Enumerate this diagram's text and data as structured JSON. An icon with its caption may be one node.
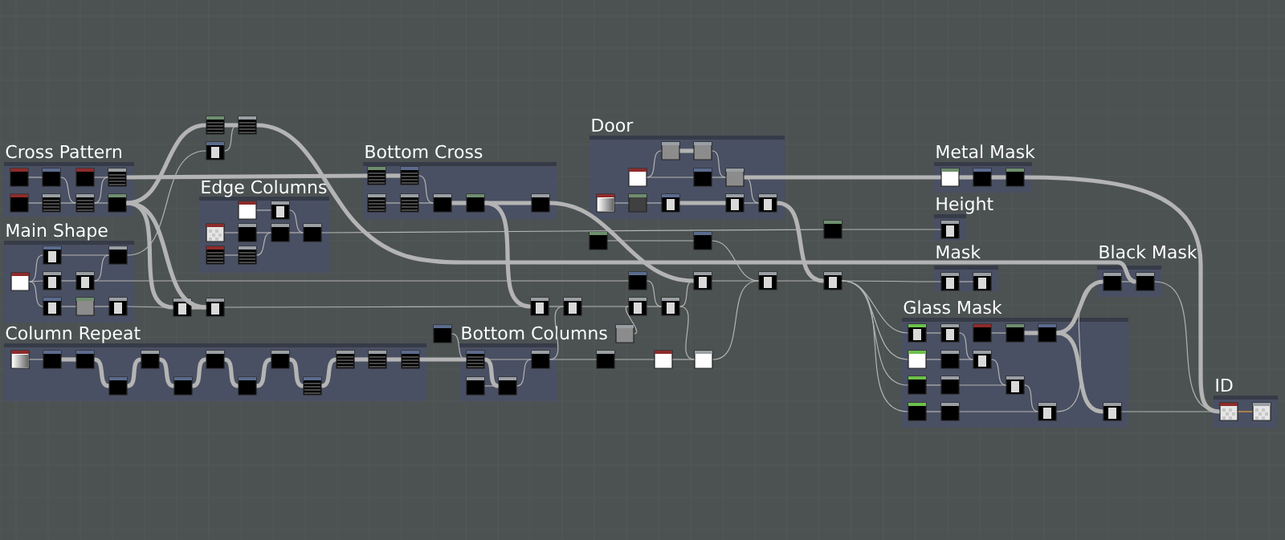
{
  "diagram": {
    "nodes": [
      {
        "text": [
          "Cross Pattern"
        ]
      },
      {
        "text": [],
        "shape": "box",
        "in": 0
      },
      {
        "text": [],
        "shape": "box",
        "in": 0
      },
      {
        "text": [],
        "shape": "box",
        "in": 0
      },
      {
        "text": [],
        "shape": "box",
        "in": 0
      },
      {
        "text": [],
        "shape": "box",
        "in": 0
      },
      {
        "text": [],
        "shape": "box",
        "in": 0
      },
      {
        "text": [],
        "shape": "box",
        "in": 0
      },
      {
        "text": [],
        "shape": "box",
        "in": 0
      },
      {
        "text": [
          "Edge Columns"
        ]
      },
      {
        "text": [],
        "shape": "box",
        "in": 9
      },
      {
        "text": [],
        "shape": "box",
        "in": 9
      },
      {
        "text": [],
        "shape": "box",
        "in": 9
      },
      {
        "text": [],
        "shape": "box",
        "in": 9
      },
      {
        "text": [],
        "shape": "box",
        "in": 9
      },
      {
        "text": [],
        "shape": "box",
        "in": 9
      },
      {
        "text": [],
        "shape": "box",
        "in": 9
      },
      {
        "text": [],
        "shape": "box",
        "in": 9
      },
      {
        "text": [
          "Main Shape"
        ]
      },
      {
        "text": [],
        "shape": "box",
        "in": 18
      },
      {
        "text": [],
        "shape": "box",
        "in": 18
      },
      {
        "text": [],
        "shape": "box",
        "in": 18
      },
      {
        "text": [],
        "shape": "box",
        "in": 18
      },
      {
        "text": [],
        "shape": "box",
        "in": 18
      },
      {
        "text": [],
        "shape": "box",
        "in": 18
      },
      {
        "text": [],
        "shape": "box",
        "in": 18
      },
      {
        "text": [],
        "shape": "box",
        "in": 18
      },
      {
        "text": [],
        "shape": "box"
      },
      {
        "text": [],
        "shape": "box"
      },
      {
        "text": [],
        "shape": "box"
      },
      {
        "text": [],
        "shape": "box"
      },
      {
        "text": [],
        "shape": "box"
      },
      {
        "text": [
          "Column Repeat"
        ]
      },
      {
        "text": [],
        "shape": "box",
        "in": 32
      },
      {
        "text": [],
        "shape": "box",
        "in": 32
      },
      {
        "text": [],
        "shape": "box",
        "in": 32
      },
      {
        "text": [],
        "shape": "box",
        "in": 32
      },
      {
        "text": [],
        "shape": "box",
        "in": 32
      },
      {
        "text": [],
        "shape": "box",
        "in": 32
      },
      {
        "text": [],
        "shape": "box",
        "in": 32
      },
      {
        "text": [],
        "shape": "box",
        "in": 32
      },
      {
        "text": [],
        "shape": "box",
        "in": 32
      },
      {
        "text": [],
        "shape": "box",
        "in": 32
      },
      {
        "text": [],
        "shape": "box",
        "in": 32
      },
      {
        "text": [],
        "shape": "box",
        "in": 32
      },
      {
        "text": [],
        "shape": "box",
        "in": 32
      },
      {
        "text": [
          "Bottom Cross"
        ]
      },
      {
        "text": [],
        "shape": "box",
        "in": 46
      },
      {
        "text": [],
        "shape": "box",
        "in": 46
      },
      {
        "text": [],
        "shape": "box",
        "in": 46
      },
      {
        "text": [],
        "shape": "box",
        "in": 46
      },
      {
        "text": [],
        "shape": "box",
        "in": 46
      },
      {
        "text": [],
        "shape": "box",
        "in": 46
      },
      {
        "text": [],
        "shape": "box",
        "in": 46
      },
      {
        "text": [
          "Door"
        ]
      },
      {
        "text": [],
        "shape": "box",
        "in": 54
      },
      {
        "text": [],
        "shape": "box",
        "in": 54
      },
      {
        "text": [],
        "shape": "box",
        "in": 54
      },
      {
        "text": [],
        "shape": "box",
        "in": 54
      },
      {
        "text": [],
        "shape": "box",
        "in": 54
      },
      {
        "text": [],
        "shape": "box",
        "in": 54
      },
      {
        "text": [],
        "shape": "box",
        "in": 54
      },
      {
        "text": [],
        "shape": "box",
        "in": 54
      },
      {
        "text": [],
        "shape": "box",
        "in": 54
      },
      {
        "text": [],
        "shape": "box",
        "in": 54
      },
      {
        "text": [
          "Bottom Columns"
        ]
      },
      {
        "text": [],
        "shape": "box",
        "in": 65
      },
      {
        "text": [],
        "shape": "box",
        "in": 65
      },
      {
        "text": [],
        "shape": "box",
        "in": 65
      },
      {
        "text": [],
        "shape": "box",
        "in": 65
      },
      {
        "text": [],
        "shape": "box"
      },
      {
        "text": [],
        "shape": "box"
      },
      {
        "text": [],
        "shape": "box"
      },
      {
        "text": [],
        "shape": "box"
      },
      {
        "text": [],
        "shape": "box"
      },
      {
        "text": [],
        "shape": "box"
      },
      {
        "text": [],
        "shape": "box"
      },
      {
        "text": [],
        "shape": "box"
      },
      {
        "text": [],
        "shape": "box"
      },
      {
        "text": [],
        "shape": "box"
      },
      {
        "text": [],
        "shape": "box"
      },
      {
        "text": [],
        "shape": "box"
      },
      {
        "text": [],
        "shape": "box"
      },
      {
        "text": [],
        "shape": "box"
      },
      {
        "text": [],
        "shape": "box"
      },
      {
        "text": [],
        "shape": "box"
      },
      {
        "text": [
          "Metal Mask"
        ]
      },
      {
        "text": [],
        "shape": "box",
        "in": 86
      },
      {
        "text": [],
        "shape": "box",
        "in": 86
      },
      {
        "text": [],
        "shape": "box",
        "in": 86
      },
      {
        "text": [
          "Height"
        ]
      },
      {
        "text": [],
        "shape": "box",
        "in": 90
      },
      {
        "text": [
          "Mask"
        ]
      },
      {
        "text": [],
        "shape": "box",
        "in": 92
      },
      {
        "text": [],
        "shape": "box",
        "in": 92
      },
      {
        "text": [
          "Black Mask"
        ]
      },
      {
        "text": [],
        "shape": "box",
        "in": 95
      },
      {
        "text": [],
        "shape": "box",
        "in": 95
      },
      {
        "text": [
          "Glass Mask"
        ]
      },
      {
        "text": [],
        "shape": "box",
        "in": 98
      },
      {
        "text": [],
        "shape": "box",
        "in": 98
      },
      {
        "text": [],
        "shape": "box",
        "in": 98
      },
      {
        "text": [],
        "shape": "box",
        "in": 98
      },
      {
        "text": [],
        "shape": "box",
        "in": 98
      },
      {
        "text": [],
        "shape": "box",
        "in": 98
      },
      {
        "text": [],
        "shape": "box",
        "in": 98
      },
      {
        "text": [],
        "shape": "box",
        "in": 98
      },
      {
        "text": [],
        "shape": "box",
        "in": 98
      },
      {
        "text": [],
        "shape": "box",
        "in": 98
      },
      {
        "text": [],
        "shape": "box",
        "in": 98
      },
      {
        "text": [],
        "shape": "box",
        "in": 98
      },
      {
        "text": [],
        "shape": "box",
        "in": 98
      },
      {
        "text": [],
        "shape": "box",
        "in": 98
      },
      {
        "text": [],
        "shape": "box",
        "in": 98
      },
      {
        "text": [
          "ID"
        ]
      },
      {
        "text": [],
        "shape": "box",
        "in": 114
      },
      {
        "text": [],
        "shape": "box",
        "in": 114
      }
    ],
    "edges": [
      {
        "from": 1,
        "to": 2,
        "arrow": "none"
      },
      {
        "from": 2,
        "to": 7,
        "arrow": "none"
      },
      {
        "from": 5,
        "to": 6,
        "arrow": "none"
      },
      {
        "from": 6,
        "to": 7,
        "arrow": "none"
      },
      {
        "from": 3,
        "to": 4,
        "arrow": "none"
      },
      {
        "from": 7,
        "to": 4,
        "arrow": "none"
      },
      {
        "from": 7,
        "to": 8,
        "arrow": "none"
      },
      {
        "from": 4,
        "to": 47,
        "arrow": "none",
        "style": "thick"
      },
      {
        "from": 8,
        "to": 27,
        "arrow": "none",
        "style": "thick"
      },
      {
        "from": 8,
        "to": 30,
        "arrow": "none",
        "style": "thick"
      },
      {
        "from": 8,
        "to": 31,
        "arrow": "none",
        "style": "thick"
      },
      {
        "from": 27,
        "to": 28,
        "arrow": "none",
        "style": "thick"
      },
      {
        "from": 29,
        "to": 28,
        "arrow": "none"
      },
      {
        "from": 28,
        "to": 97,
        "arrow": "none",
        "style": "thick"
      },
      {
        "from": 19,
        "to": 20,
        "arrow": "none"
      },
      {
        "from": 19,
        "to": 21,
        "arrow": "none"
      },
      {
        "from": 19,
        "to": 22,
        "arrow": "none"
      },
      {
        "from": 21,
        "to": 23,
        "arrow": "none"
      },
      {
        "from": 23,
        "to": 25,
        "arrow": "none"
      },
      {
        "from": 22,
        "to": 24,
        "arrow": "none"
      },
      {
        "from": 24,
        "to": 26,
        "arrow": "none"
      },
      {
        "from": 20,
        "to": 25,
        "arrow": "none"
      },
      {
        "from": 25,
        "to": 29,
        "arrow": "none"
      },
      {
        "from": 26,
        "to": 30,
        "arrow": "none"
      },
      {
        "from": 23,
        "to": 73,
        "arrow": "none"
      },
      {
        "from": 10,
        "to": 11,
        "arrow": "none"
      },
      {
        "from": 11,
        "to": 15,
        "arrow": "none"
      },
      {
        "from": 12,
        "to": 13,
        "arrow": "none"
      },
      {
        "from": 13,
        "to": 14,
        "arrow": "none"
      },
      {
        "from": 14,
        "to": 15,
        "arrow": "none"
      },
      {
        "from": 16,
        "to": 17,
        "arrow": "none"
      },
      {
        "from": 17,
        "to": 14,
        "arrow": "none"
      },
      {
        "from": 15,
        "to": 70,
        "arrow": "none"
      },
      {
        "from": 30,
        "to": 31,
        "arrow": "none",
        "style": "thick"
      },
      {
        "from": 31,
        "to": 77,
        "arrow": "none"
      },
      {
        "from": 33,
        "to": 34,
        "arrow": "none"
      },
      {
        "from": 34,
        "to": 35,
        "arrow": "none",
        "style": "thick"
      },
      {
        "from": 35,
        "to": 42,
        "arrow": "none",
        "style": "thick"
      },
      {
        "from": 42,
        "to": 36,
        "arrow": "none",
        "style": "thick"
      },
      {
        "from": 36,
        "to": 43,
        "arrow": "none",
        "style": "thick"
      },
      {
        "from": 43,
        "to": 37,
        "arrow": "none",
        "style": "thick"
      },
      {
        "from": 37,
        "to": 44,
        "arrow": "none",
        "style": "thick"
      },
      {
        "from": 44,
        "to": 38,
        "arrow": "none",
        "style": "thick"
      },
      {
        "from": 38,
        "to": 45,
        "arrow": "none",
        "style": "thick"
      },
      {
        "from": 45,
        "to": 39,
        "arrow": "none",
        "style": "thick"
      },
      {
        "from": 39,
        "to": 40,
        "arrow": "none",
        "style": "thick"
      },
      {
        "from": 40,
        "to": 41,
        "arrow": "none",
        "style": "thick"
      },
      {
        "from": 41,
        "to": 66,
        "arrow": "none",
        "style": "thick"
      },
      {
        "from": 47,
        "to": 48,
        "arrow": "none",
        "style": "thick"
      },
      {
        "from": 48,
        "to": 51,
        "arrow": "none"
      },
      {
        "from": 49,
        "to": 50,
        "arrow": "none"
      },
      {
        "from": 50,
        "to": 51,
        "arrow": "none"
      },
      {
        "from": 51,
        "to": 52,
        "arrow": "none",
        "style": "thick"
      },
      {
        "from": 52,
        "to": 53,
        "arrow": "none",
        "style": "thick"
      },
      {
        "from": 52,
        "to": 77,
        "arrow": "none",
        "style": "thick"
      },
      {
        "from": 53,
        "to": 74,
        "arrow": "none",
        "style": "thick"
      },
      {
        "from": 57,
        "to": 55,
        "arrow": "none"
      },
      {
        "from": 55,
        "to": 56,
        "arrow": "none",
        "style": "thick"
      },
      {
        "from": 56,
        "to": 59,
        "arrow": "none"
      },
      {
        "from": 57,
        "to": 58,
        "arrow": "none"
      },
      {
        "from": 58,
        "to": 59,
        "arrow": "none"
      },
      {
        "from": 60,
        "to": 61,
        "arrow": "none"
      },
      {
        "from": 61,
        "to": 62,
        "arrow": "none"
      },
      {
        "from": 62,
        "to": 63,
        "arrow": "none",
        "style": "thick"
      },
      {
        "from": 59,
        "to": 64,
        "arrow": "none"
      },
      {
        "from": 63,
        "to": 64,
        "arrow": "none"
      },
      {
        "from": 59,
        "to": 87,
        "arrow": "none",
        "style": "thick"
      },
      {
        "from": 64,
        "to": 76,
        "arrow": "none",
        "style": "thick"
      },
      {
        "from": 66,
        "to": 68,
        "arrow": "none",
        "style": "thick"
      },
      {
        "from": 67,
        "to": 68,
        "arrow": "none"
      },
      {
        "from": 68,
        "to": 69,
        "arrow": "none"
      },
      {
        "from": 66,
        "to": 69,
        "arrow": "none"
      },
      {
        "from": 69,
        "to": 78,
        "arrow": "none"
      },
      {
        "from": 69,
        "to": 83,
        "arrow": "none"
      },
      {
        "from": 81,
        "to": 66,
        "arrow": "none"
      },
      {
        "from": 70,
        "to": 91,
        "arrow": "none"
      },
      {
        "from": 76,
        "to": 93,
        "arrow": "none"
      },
      {
        "from": 71,
        "to": 72,
        "arrow": "none"
      },
      {
        "from": 72,
        "to": 75,
        "arrow": "none"
      },
      {
        "from": 73,
        "to": 80,
        "arrow": "none"
      },
      {
        "from": 77,
        "to": 78,
        "arrow": "none"
      },
      {
        "from": 78,
        "to": 79,
        "arrow": "none"
      },
      {
        "from": 79,
        "to": 80,
        "arrow": "none"
      },
      {
        "from": 80,
        "to": 74,
        "arrow": "none"
      },
      {
        "from": 74,
        "to": 75,
        "arrow": "none"
      },
      {
        "from": 75,
        "to": 76,
        "arrow": "none"
      },
      {
        "from": 82,
        "to": 79,
        "arrow": "none"
      },
      {
        "from": 83,
        "to": 84,
        "arrow": "none"
      },
      {
        "from": 84,
        "to": 85,
        "arrow": "none"
      },
      {
        "from": 85,
        "to": 75,
        "arrow": "none"
      },
      {
        "from": 80,
        "to": 85,
        "arrow": "none"
      },
      {
        "from": 76,
        "to": 99,
        "arrow": "none"
      },
      {
        "from": 76,
        "to": 104,
        "arrow": "none"
      },
      {
        "from": 76,
        "to": 107,
        "arrow": "none"
      },
      {
        "from": 76,
        "to": 110,
        "arrow": "none"
      },
      {
        "from": 87,
        "to": 88,
        "arrow": "none",
        "style": "thick"
      },
      {
        "from": 88,
        "to": 89,
        "arrow": "none",
        "style": "thick"
      },
      {
        "from": 89,
        "to": 115,
        "arrow": "none",
        "style": "thick"
      },
      {
        "from": 93,
        "to": 94,
        "arrow": "none"
      },
      {
        "from": 96,
        "to": 97,
        "arrow": "none"
      },
      {
        "from": 97,
        "to": 115,
        "arrow": "none"
      },
      {
        "from": 99,
        "to": 100,
        "arrow": "none"
      },
      {
        "from": 101,
        "to": 102,
        "arrow": "none"
      },
      {
        "from": 102,
        "to": 103,
        "arrow": "none",
        "style": "thick"
      },
      {
        "from": 100,
        "to": 106,
        "arrow": "none"
      },
      {
        "from": 104,
        "to": 105,
        "arrow": "none"
      },
      {
        "from": 105,
        "to": 106,
        "arrow": "none"
      },
      {
        "from": 106,
        "to": 109,
        "arrow": "none"
      },
      {
        "from": 107,
        "to": 108,
        "arrow": "none"
      },
      {
        "from": 108,
        "to": 109,
        "arrow": "none"
      },
      {
        "from": 109,
        "to": 112,
        "arrow": "none"
      },
      {
        "from": 110,
        "to": 111,
        "arrow": "none"
      },
      {
        "from": 111,
        "to": 112,
        "arrow": "none"
      },
      {
        "from": 103,
        "to": 96,
        "arrow": "none",
        "style": "thick"
      },
      {
        "from": 103,
        "to": 113,
        "arrow": "none",
        "style": "thick"
      },
      {
        "from": 112,
        "to": 96,
        "arrow": "none"
      },
      {
        "from": 113,
        "to": 115,
        "arrow": "none"
      },
      {
        "from": 115,
        "to": 116,
        "arrow": "none",
        "color": "#e8a33c"
      }
    ]
  }
}
